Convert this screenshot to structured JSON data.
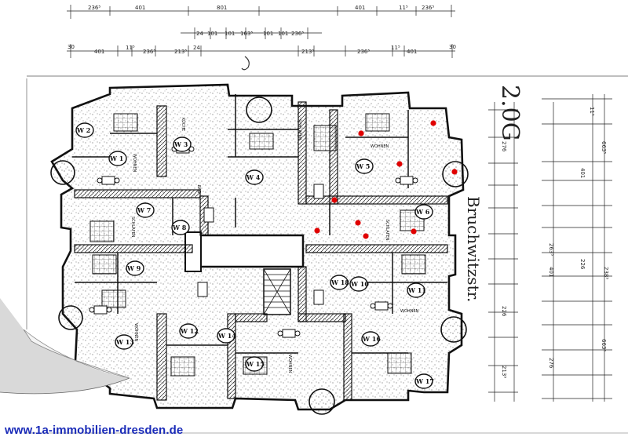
{
  "top_dims": {
    "row1": [
      "236⁵",
      "401",
      "801",
      "401",
      "11⁵",
      "236⁵"
    ],
    "row2": [
      "24",
      "101",
      "101",
      "163⁵",
      "101",
      "101",
      "236⁵"
    ],
    "row3": [
      "30",
      "401",
      "11⁵",
      "236⁵",
      "213⁵",
      "24",
      "213⁵",
      "236⁵",
      "11⁵",
      "401",
      "30"
    ]
  },
  "handwritten": {
    "number": "2.0G",
    "street": "Bruchwitzstr."
  },
  "right_dims": [
    "663⁵",
    "11⁵",
    "401",
    "263⁵",
    "226",
    "276",
    "238⁵",
    "226",
    "401",
    "663⁵",
    "213⁵",
    "276"
  ],
  "apartment_labels": [
    "W 1",
    "W 2",
    "W 3",
    "W 4",
    "W 5",
    "W 6",
    "W 7",
    "W 8",
    "W 9",
    "W 10",
    "W 11",
    "W 12",
    "W 13",
    "W 14",
    "W 15",
    "W 16",
    "W 17",
    "W 18"
  ],
  "room_labels": [
    "WOHNEN",
    "KÜCHE",
    "SCHLAFEN",
    "BAD",
    "WOHNEN",
    "SCHLAFEN",
    "SCHLAFEN",
    "WOHNEN",
    "WOHNEN",
    "WOHNEN"
  ],
  "marker_color": "#e00000",
  "footer": {
    "url": "www.1a-immobilien-dresden.de"
  }
}
